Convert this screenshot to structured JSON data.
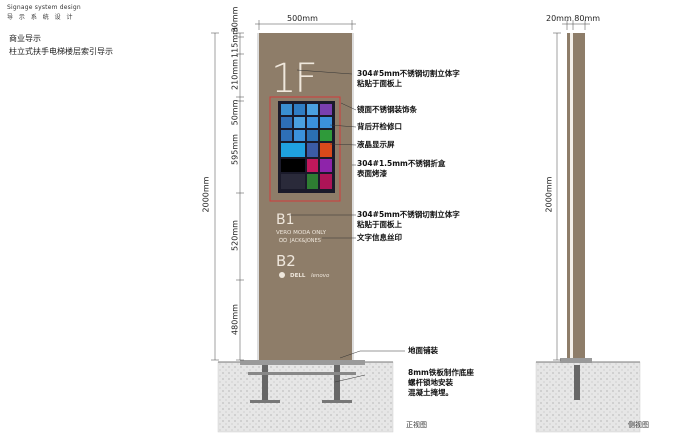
{
  "header": {
    "title_en": "Signage system design",
    "title_cn": "导 示 系 统 设 计"
  },
  "description": [
    "商业导示",
    "柱立式扶手电梯楼层索引导示"
  ],
  "front": {
    "width_dim": "500mm",
    "height_dims": [
      "30mm",
      "115mm",
      "210mm",
      "50mm",
      "595mm",
      "520mm",
      "480mm"
    ],
    "total_height": "2000mm",
    "floor1": "1F",
    "floor2": "B1",
    "floor3": "B2",
    "brands_b1": "VERO MODA ONLY",
    "brands_b1b": "JACK&JONES",
    "brands_b2a": "DELL",
    "brands_b2b": "lenovo",
    "callouts": [
      "304#5mm不锈钢切割立体字",
      "粘贴于面板上",
      "镜面不锈钢装饰条",
      "背后开检修口",
      "液晶显示屏",
      "304#1.5mm不锈钢折盒",
      "表面烤漆",
      "304#5mm不锈钢切割立体字",
      "粘贴于面板上",
      "文字信息丝印",
      "地面铺装",
      "8mm铁板制作底座",
      "螺杆锁地安装",
      "混凝土掩埋。"
    ],
    "label": "正视图"
  },
  "side": {
    "width_dims": "20mm 80mm",
    "total_height": "2000mm",
    "label": "侧视图"
  },
  "colors": {
    "panel": "#8e7d69",
    "concrete": "#e3e3e3",
    "screen_border": "#d23b3b"
  }
}
